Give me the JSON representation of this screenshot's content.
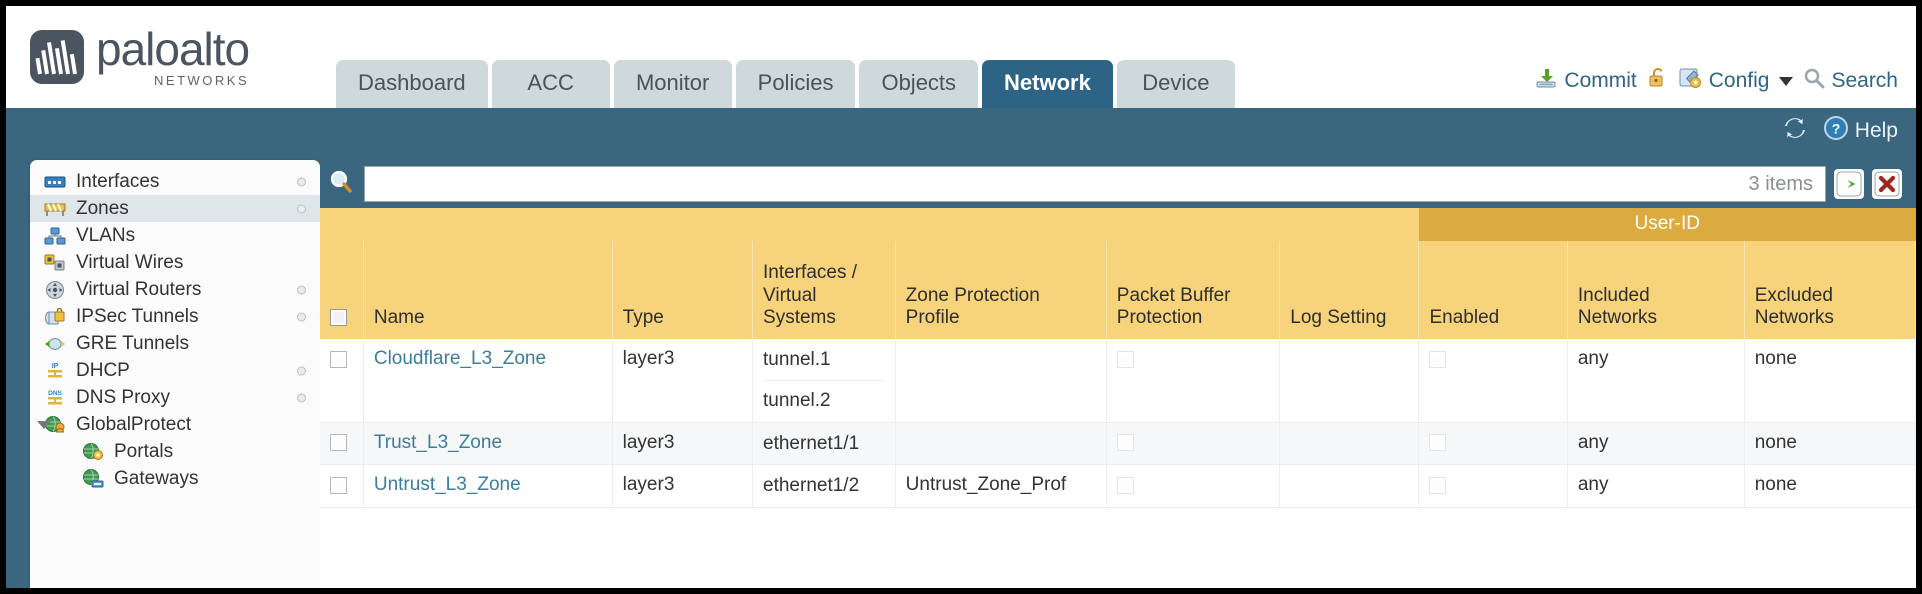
{
  "brand": {
    "name": "paloalto",
    "sub": "NETWORKS",
    "reg": "®"
  },
  "tabs": [
    {
      "label": "Dashboard",
      "active": false
    },
    {
      "label": "ACC",
      "active": false
    },
    {
      "label": "Monitor",
      "active": false
    },
    {
      "label": "Policies",
      "active": false
    },
    {
      "label": "Objects",
      "active": false
    },
    {
      "label": "Network",
      "active": true
    },
    {
      "label": "Device",
      "active": false
    }
  ],
  "top_actions": {
    "commit": "Commit",
    "lock_icon": "padlock-icon",
    "config": "Config",
    "search": "Search"
  },
  "band": {
    "refresh_icon": "refresh-icon",
    "help": "Help"
  },
  "sidebar": {
    "items": [
      {
        "label": "Interfaces",
        "icon": "interfaces-icon",
        "selected": false,
        "child": false,
        "dot": true,
        "triangle": false
      },
      {
        "label": "Zones",
        "icon": "zones-icon",
        "selected": true,
        "child": false,
        "dot": true,
        "triangle": false
      },
      {
        "label": "VLANs",
        "icon": "vlans-icon",
        "selected": false,
        "child": false,
        "dot": false,
        "triangle": false
      },
      {
        "label": "Virtual Wires",
        "icon": "virtual-wires-icon",
        "selected": false,
        "child": false,
        "dot": false,
        "triangle": false
      },
      {
        "label": "Virtual Routers",
        "icon": "virtual-routers-icon",
        "selected": false,
        "child": false,
        "dot": true,
        "triangle": false
      },
      {
        "label": "IPSec Tunnels",
        "icon": "ipsec-tunnels-icon",
        "selected": false,
        "child": false,
        "dot": true,
        "triangle": false
      },
      {
        "label": "GRE Tunnels",
        "icon": "gre-tunnels-icon",
        "selected": false,
        "child": false,
        "dot": false,
        "triangle": false
      },
      {
        "label": "DHCP",
        "icon": "dhcp-icon",
        "selected": false,
        "child": false,
        "dot": true,
        "triangle": false
      },
      {
        "label": "DNS Proxy",
        "icon": "dns-proxy-icon",
        "selected": false,
        "child": false,
        "dot": true,
        "triangle": false
      },
      {
        "label": "GlobalProtect",
        "icon": "globalprotect-icon",
        "selected": false,
        "child": false,
        "dot": false,
        "triangle": true
      },
      {
        "label": "Portals",
        "icon": "portals-icon",
        "selected": false,
        "child": true,
        "dot": false,
        "triangle": false
      },
      {
        "label": "Gateways",
        "icon": "gateways-icon",
        "selected": false,
        "child": true,
        "dot": false,
        "triangle": false
      }
    ]
  },
  "search": {
    "value": "",
    "placeholder": "",
    "count_label": "3 items",
    "apply_icon": "green-arrow-icon",
    "clear_icon": "red-x-icon"
  },
  "table": {
    "group_header": "User-ID",
    "columns": [
      "Name",
      "Type",
      "Interfaces / Virtual Systems",
      "Zone Protection Profile",
      "Packet Buffer Protection",
      "Log Setting",
      "Enabled",
      "Included Networks",
      "Excluded Networks"
    ],
    "rows": [
      {
        "name": "Cloudflare_L3_Zone",
        "type": "layer3",
        "interfaces": [
          "tunnel.1",
          "tunnel.2"
        ],
        "zone_protection_profile": "",
        "packet_buffer_protection": false,
        "log_setting": "",
        "enabled": false,
        "included_networks": "any",
        "excluded_networks": "none"
      },
      {
        "name": "Trust_L3_Zone",
        "type": "layer3",
        "interfaces": [
          "ethernet1/1"
        ],
        "zone_protection_profile": "",
        "packet_buffer_protection": false,
        "log_setting": "",
        "enabled": false,
        "included_networks": "any",
        "excluded_networks": "none"
      },
      {
        "name": "Untrust_L3_Zone",
        "type": "layer3",
        "interfaces": [
          "ethernet1/2"
        ],
        "zone_protection_profile": "Untrust_Zone_Prof",
        "packet_buffer_protection": false,
        "log_setting": "",
        "enabled": false,
        "included_networks": "any",
        "excluded_networks": "none"
      }
    ]
  },
  "colors": {
    "chrome_blue": "#3b6680",
    "tab_active": "#2d6384",
    "header_gold": "#f7d37b",
    "group_gold": "#dcab3f",
    "link_blue": "#3a7e9c"
  }
}
